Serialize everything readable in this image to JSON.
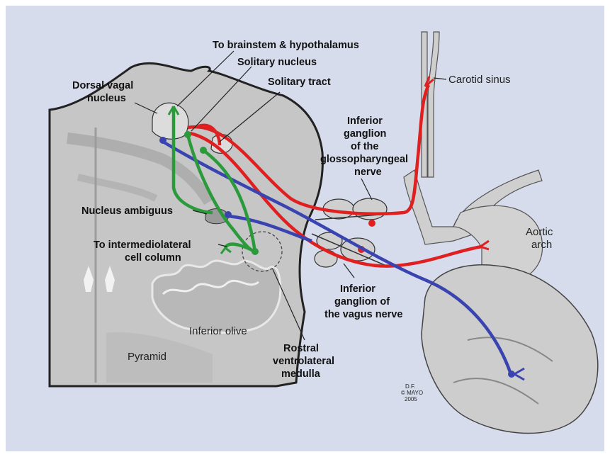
{
  "labels": {
    "to_brainstem": "To brainstem & hypothalamus",
    "solitary_nucleus": "Solitary nucleus",
    "solitary_tract": "Solitary tract",
    "dorsal_vagal_1": "Dorsal vagal",
    "dorsal_vagal_2": "nucleus",
    "inferior_glosso_1": "Inferior",
    "inferior_glosso_2": "ganglion",
    "inferior_glosso_3": "of the",
    "inferior_glosso_4": "glossopharyngeal",
    "inferior_glosso_5": "nerve",
    "nucleus_ambiguus": "Nucleus ambiguus",
    "to_iml_1": "To intermediolateral",
    "to_iml_2": "cell column",
    "inferior_vagus_1": "Inferior",
    "inferior_vagus_2": "ganglion of",
    "inferior_vagus_3": "the vagus nerve",
    "rvlm_1": "Rostral",
    "rvlm_2": "ventrolateral",
    "rvlm_3": "medulla",
    "carotid_sinus": "Carotid sinus",
    "aortic_arch_1": "Aortic",
    "aortic_arch_2": "arch",
    "inferior_olive": "Inferior olive",
    "pyramid": "Pyramid"
  },
  "signature": {
    "line1": "D.F.",
    "line2": "© MAYO",
    "line3": "2005"
  },
  "colors": {
    "background": "#d7dcec",
    "afferent": "#e02020",
    "efferent_vagal": "#3a44b0",
    "central": "#2a9a3a",
    "tissue": "#c9c9c9",
    "heart": "#cfcfcf"
  }
}
